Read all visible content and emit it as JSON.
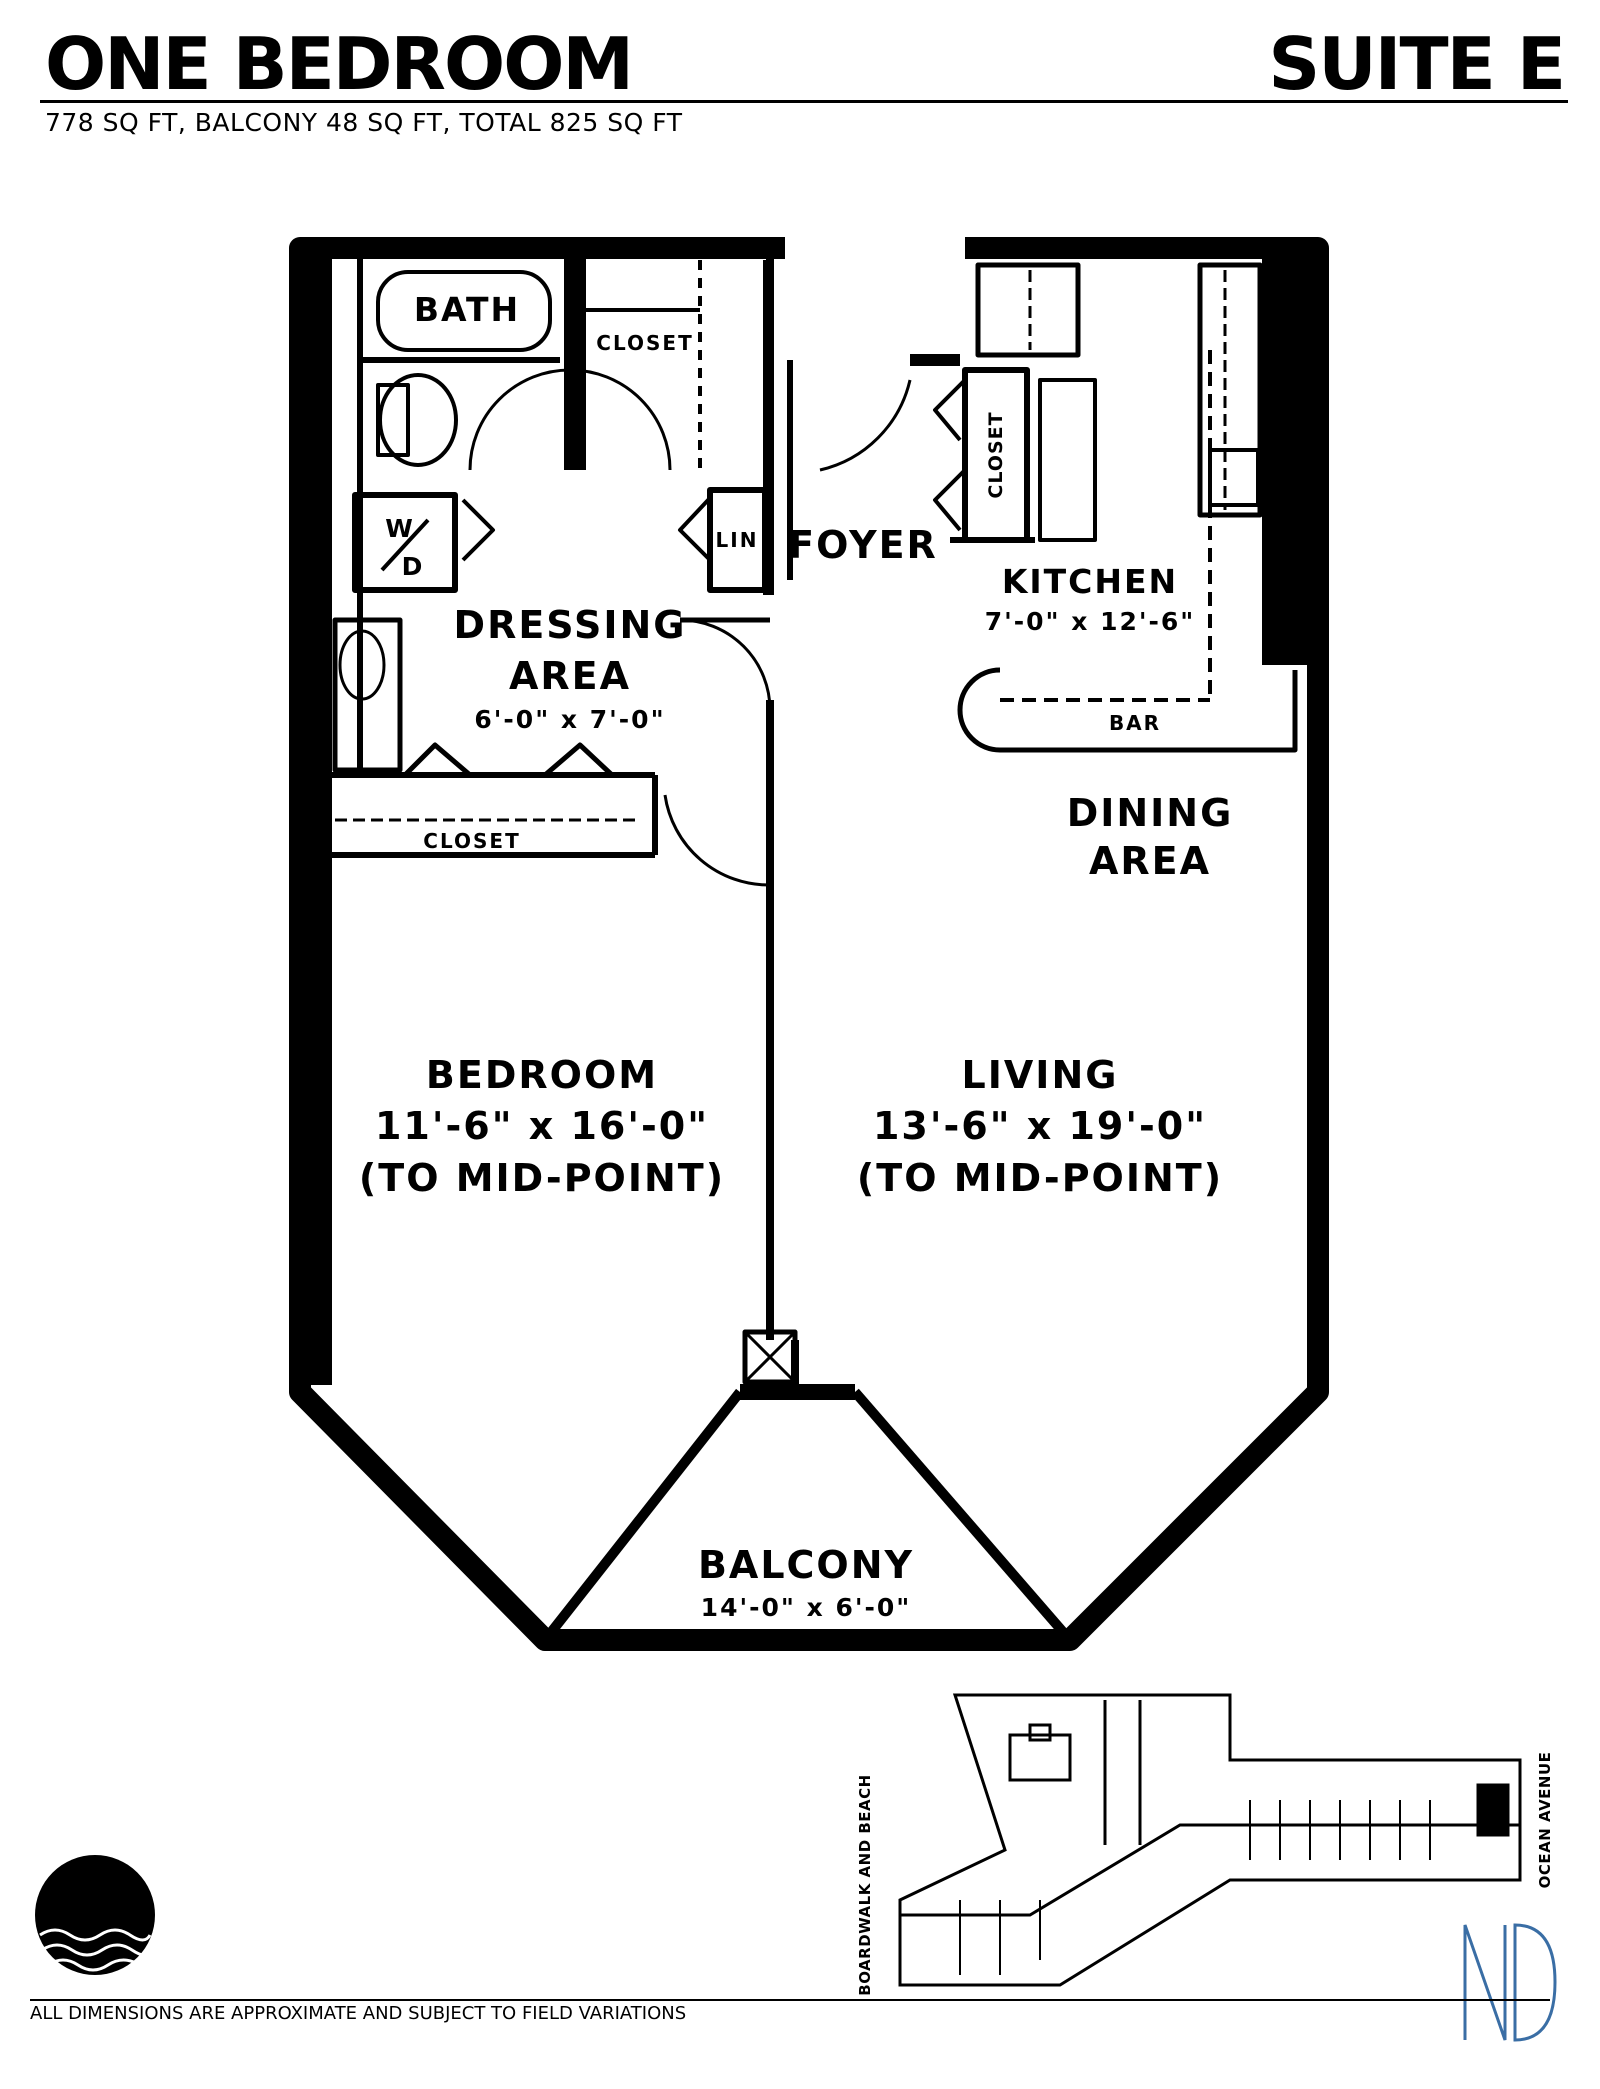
{
  "header": {
    "title": "ONE BEDROOM",
    "suite": "SUITE E",
    "subtitle": "778 SQ FT, BALCONY 48 SQ FT, TOTAL 825 SQ FT"
  },
  "rooms": {
    "bath": "BATH",
    "closet_bath": "CLOSET",
    "lin": "LIN",
    "wd_top": "W",
    "wd_bottom": "D",
    "foyer": "FOYER",
    "closet_foyer": "CLOSET",
    "kitchen_name": "KITCHEN",
    "kitchen_dim": "7'-0\" x 12'-6\"",
    "bar": "BAR",
    "dressing_line1": "DRESSING",
    "dressing_line2": "AREA",
    "dressing_dim": "6'-0\" x 7'-0\"",
    "closet_dressing": "CLOSET",
    "dining_line1": "DINING",
    "dining_line2": "AREA",
    "bedroom_name": "BEDROOM",
    "bedroom_dim": "11'-6\" x 16'-0\"",
    "bedroom_note": "(TO MID-POINT)",
    "living_name": "LIVING",
    "living_dim": "13'-6\" x 19'-0\"",
    "living_note": "(TO MID-POINT)",
    "balcony_name": "BALCONY",
    "balcony_dim": "14'-0\" x 6'-0\""
  },
  "location": {
    "left_street": "BOARDWALK AND BEACH",
    "right_street": "OCEAN AVENUE"
  },
  "footer": {
    "disclaimer": "ALL DIMENSIONS ARE APPROXIMATE AND SUBJECT TO FIELD VARIATIONS"
  },
  "colors": {
    "ink": "#000000",
    "watermark": "#3a6ea5"
  },
  "icons": {
    "logo": "ocean-waves-logo-icon",
    "watermark": "nd-monogram-icon",
    "floor_plan": "floor-plan-drawing",
    "location_plan": "building-location-plan"
  }
}
